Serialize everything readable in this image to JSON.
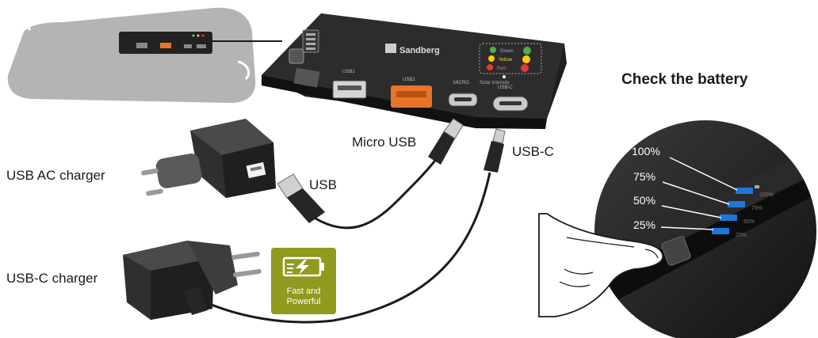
{
  "labels": {
    "usb_ac_charger": "USB AC charger",
    "usb_c_charger": "USB-C charger",
    "usb": "USB",
    "micro_usb": "Micro USB",
    "usb_c": "USB-C",
    "check_battery": "Check the battery"
  },
  "device": {
    "brand": "Sandberg",
    "ports": [
      "USB1",
      "USB2",
      "MICRO",
      "USB-C"
    ],
    "status": [
      "Green",
      "Yellow",
      "Red"
    ],
    "solar": "Solar intensity",
    "levels": [
      "100%",
      "75%",
      "50%",
      "25%"
    ]
  },
  "badge": {
    "line1": "Fast and",
    "line2": "Powerful"
  },
  "battery": {
    "levels": [
      "100%",
      "75%",
      "50%",
      "25%"
    ]
  },
  "colors": {
    "badge": "#8f9a1f",
    "usb_port_orange": "#e8742a",
    "device_body": "#2b2b2b",
    "panel": "#b4b4b4"
  }
}
